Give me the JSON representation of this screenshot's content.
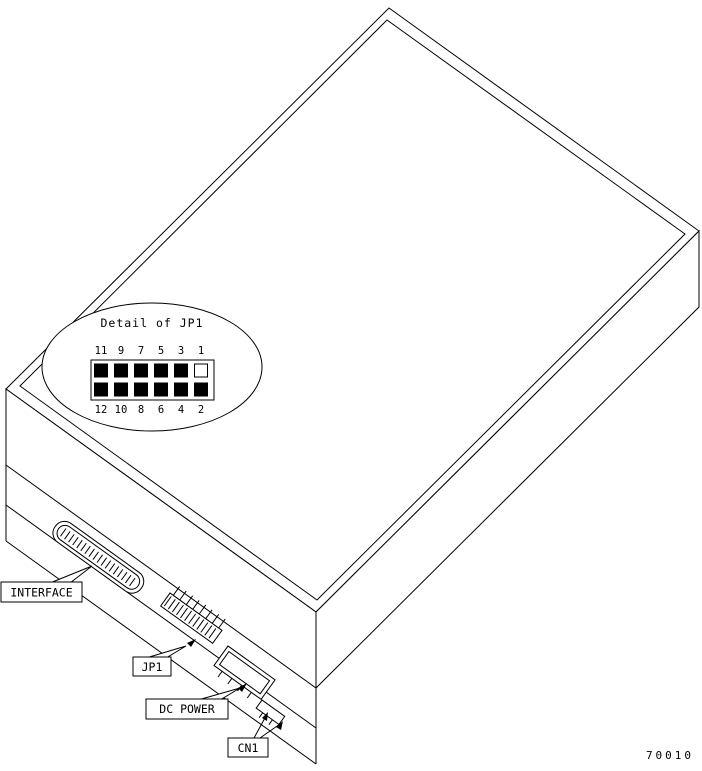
{
  "diagram": {
    "figure_number": "70010",
    "colors": {
      "line": "#000000",
      "background": "#ffffff",
      "pin_fill": "#000000"
    },
    "detail": {
      "title": "Detail of JP1",
      "top_pin_numbers": [
        "11",
        "9",
        "7",
        "5",
        "3",
        "1"
      ],
      "bottom_pin_numbers": [
        "12",
        "10",
        "8",
        "6",
        "4",
        "2"
      ],
      "open_pin": "1"
    },
    "callouts": {
      "interface": {
        "label": "INTERFACE"
      },
      "jp1": {
        "label": "JP1"
      },
      "dc_power": {
        "label": "DC POWER"
      },
      "cn1": {
        "label": "CN1"
      }
    }
  }
}
